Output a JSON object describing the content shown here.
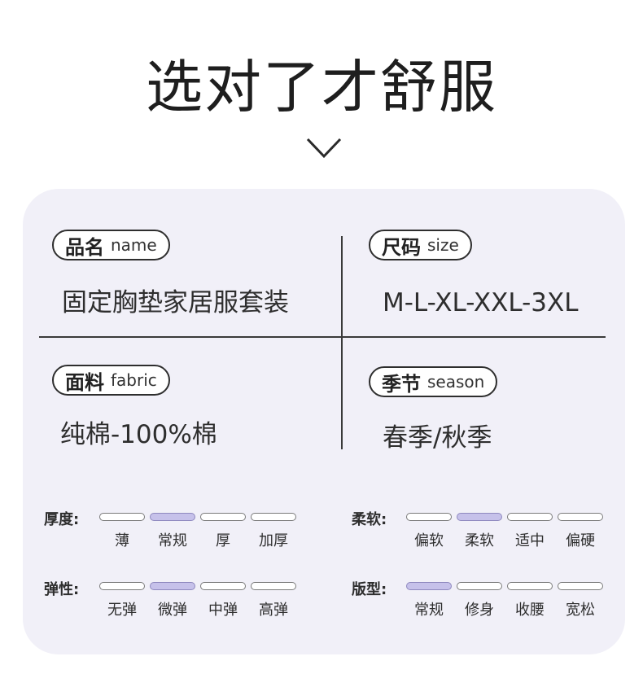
{
  "headline": "选对了才舒服",
  "info": {
    "name": {
      "label_cn": "品名",
      "label_en": "name",
      "value": "固定胸垫家居服套装"
    },
    "size": {
      "label_cn": "尺码",
      "label_en": "size",
      "value": "M-L-XL-XXL-3XL"
    },
    "fabric": {
      "label_cn": "面料",
      "label_en": "fabric",
      "value": "纯棉-100%棉"
    },
    "season": {
      "label_cn": "季节",
      "label_en": "season",
      "value": "春季/秋季"
    }
  },
  "ratings": [
    {
      "label": "厚度:",
      "options": [
        "薄",
        "常规",
        "厚",
        "加厚"
      ],
      "selected": 1
    },
    {
      "label": "柔软:",
      "options": [
        "偏软",
        "柔软",
        "适中",
        "偏硬"
      ],
      "selected": 1
    },
    {
      "label": "弹性:",
      "options": [
        "无弹",
        "微弹",
        "中弹",
        "高弹"
      ],
      "selected": 1
    },
    {
      "label": "版型:",
      "options": [
        "常规",
        "修身",
        "收腰",
        "宽松"
      ],
      "selected": 0
    }
  ],
  "colors": {
    "accent": "#c6c1ea",
    "card": "#f1f0f8",
    "text": "#2e2e2e"
  }
}
